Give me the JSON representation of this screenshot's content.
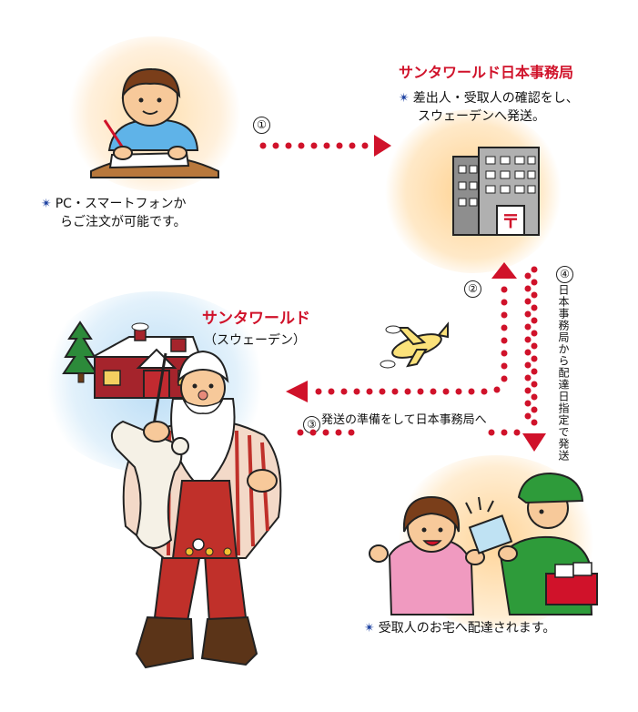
{
  "step1": {
    "number": "①",
    "note": [
      "PC・スマートフォンか",
      "らご注文が可能です。"
    ]
  },
  "japan_office": {
    "title": "サンタワールド日本事務局",
    "note": [
      "差出人・受取人の確認をし、",
      "スウェーデンへ発送。"
    ]
  },
  "step2": {
    "number": "②"
  },
  "step3": {
    "number": "③",
    "label": "発送の準備をして日本事務局へ"
  },
  "step4": {
    "number": "④",
    "label": "日本事務局から配達日指定で発送"
  },
  "santa_world": {
    "title": "サンタワールド",
    "subtitle": "（スウェーデン）"
  },
  "delivery": {
    "note": "受取人のお宅へ配達されます。"
  },
  "bullet_symbol": "✴",
  "colors": {
    "arrow_red": "#d0122a",
    "bullet_blue": "#1a3fa0",
    "glow_orange": "#ffd59a",
    "glow_blue": "#b9dcf5",
    "post_green": "#2e9b3a"
  }
}
